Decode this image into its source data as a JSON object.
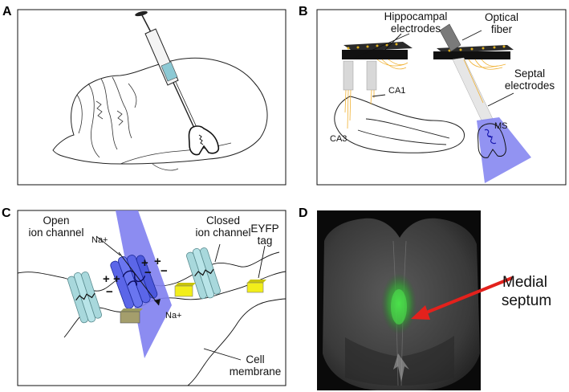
{
  "panels": {
    "a": {
      "letter": "A"
    },
    "b": {
      "letter": "B",
      "hippocampal_electrodes_l1": "Hippocampal",
      "hippocampal_electrodes_l2": "electrodes",
      "optical_fiber_l1": "Optical",
      "optical_fiber_l2": "fiber",
      "septal_electrodes_l1": "Septal",
      "septal_electrodes_l2": "electrodes",
      "ca1": "CA1",
      "ca3": "CA3",
      "ms": "MS"
    },
    "c": {
      "letter": "C",
      "open_channel_l1": "Open",
      "open_channel_l2": "ion channel",
      "closed_channel_l1": "Closed",
      "closed_channel_l2": "ion channel",
      "eyfp_l1": "EYFP",
      "eyfp_l2": "tag",
      "na_top": "Na+",
      "na_bottom": "Na+",
      "cell_membrane_l1": "Cell",
      "cell_membrane_l2": "membrane"
    },
    "d": {
      "letter": "D",
      "medial_septum_l1": "Medial",
      "medial_septum_l2": "septum"
    }
  },
  "colors": {
    "light_blue": "#7f80f0",
    "channel_cyan": "#a8d8dc",
    "eyfp_yellow": "#f2ee1a",
    "arrow_red": "#e3211c",
    "fluor_green": "#3ad23a",
    "electrode_orange": "#f0b030"
  }
}
